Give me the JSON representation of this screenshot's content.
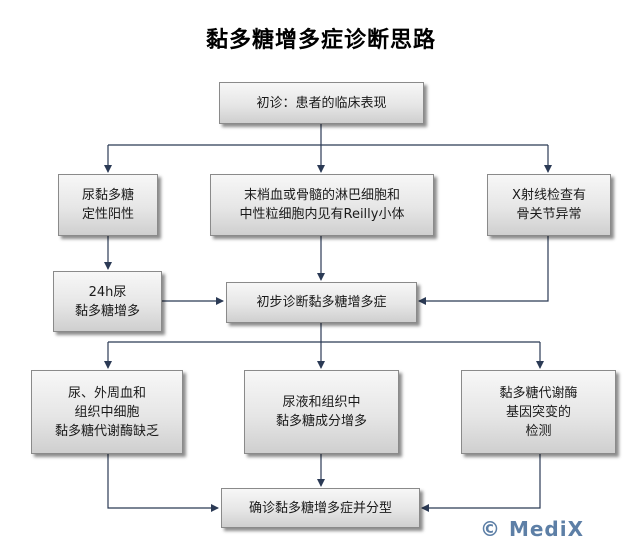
{
  "title": "黏多糖增多症诊断思路",
  "nodes": {
    "initial": "初诊：患者的临床表现",
    "urine_positive": "尿黏多糖\n定性阳性",
    "blood_marrow": "末梢血或骨髓的淋巴细胞和\n中性粒细胞内见有Reilly小体",
    "xray": "X射线检查有\n骨关节异常",
    "urine_24h": "24h尿\n黏多糖增多",
    "preliminary": "初步诊断黏多糖增多症",
    "enzyme_deficiency": "尿、外周血和\n组织中细胞\n黏多糖代谢酶缺乏",
    "component_increase": "尿液和组织中\n黏多糖成分增多",
    "gene_mutation": "黏多糖代谢酶\n基因突变的\n检测",
    "final": "确诊黏多糖增多症并分型"
  },
  "colors": {
    "box_border": "#8a8a8a",
    "edge": "#2b3a55",
    "watermark": "#5d7fa6"
  },
  "watermark": "© MediX"
}
